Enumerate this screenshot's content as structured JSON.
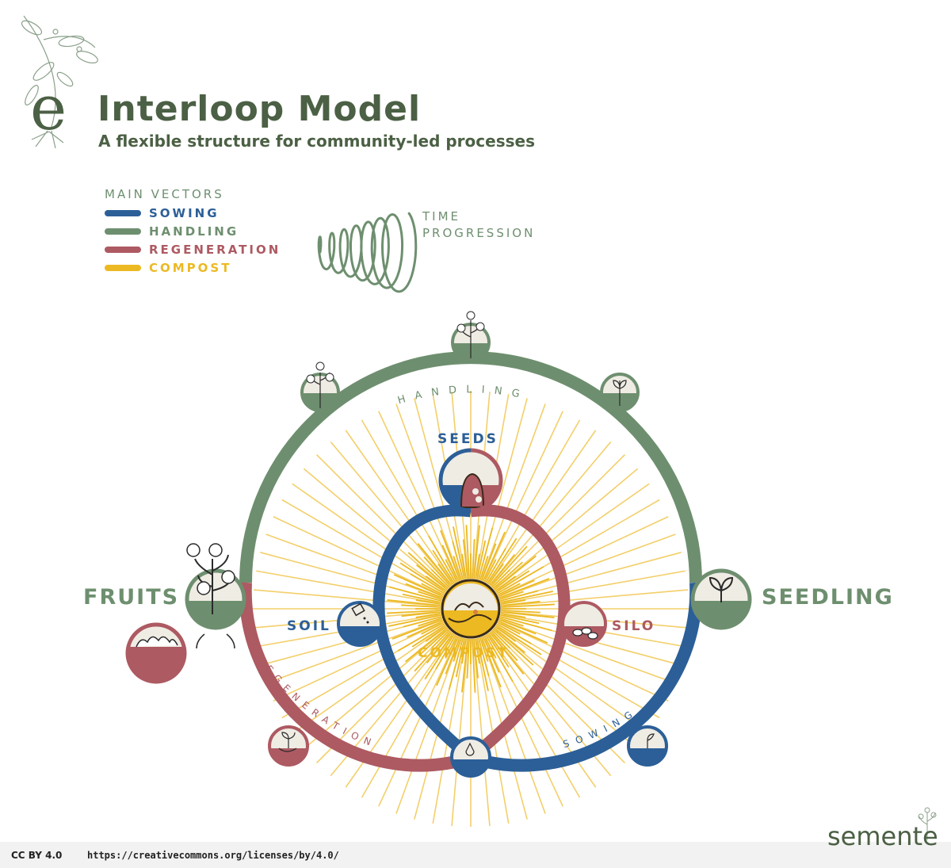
{
  "header": {
    "logo_letter": "e",
    "title": "Interloop Model",
    "subtitle": "A flexible structure for community-led processes"
  },
  "legend": {
    "heading": "MAIN VECTORS",
    "items": [
      {
        "label": "SOWING",
        "color": "#2c5f97"
      },
      {
        "label": "HANDLING",
        "color": "#6e8f6f"
      },
      {
        "label": "REGENERATION",
        "color": "#ad5a62"
      },
      {
        "label": "COMPOST",
        "color": "#ecb923"
      }
    ],
    "time_line1": "TIME",
    "time_line2": "PROGRESSION"
  },
  "diagram": {
    "ring_handling": "HANDLING",
    "ring_regeneration": "REGENERATION",
    "ring_sowing": "SOWING",
    "fruits": "FRUITS",
    "seedling": "SEEDLING",
    "seeds": "SEEDS",
    "soil": "SOIL",
    "silo": "SILO",
    "compost": "COMPOST",
    "colors": {
      "sowing": "#2c5f97",
      "handling": "#6e8f6f",
      "regeneration": "#ad5a62",
      "compost": "#ecb923",
      "cream": "#efece4"
    }
  },
  "footer": {
    "license": "CC BY 4.0",
    "license_url": "https://creativecommons.org/licenses/by/4.0/",
    "brand": "semente"
  }
}
